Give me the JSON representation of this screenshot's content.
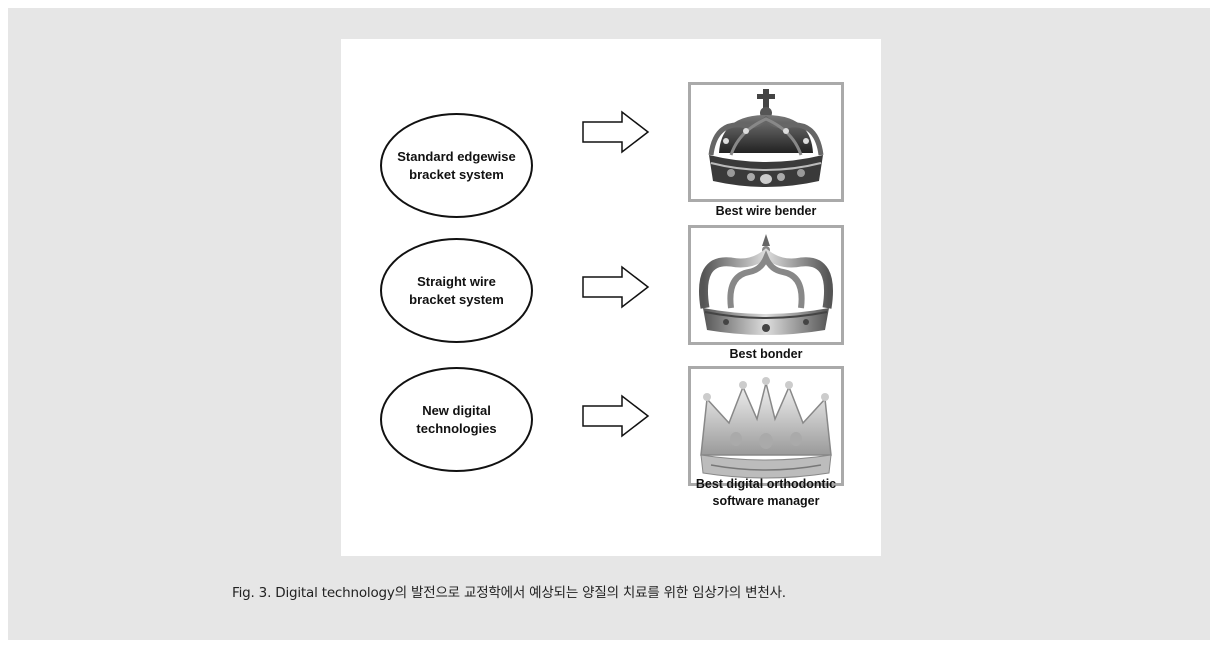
{
  "rows": [
    {
      "stage": "Standard edgewise\nbracket system",
      "crown_label": "Best wire bender",
      "crown_icon": "ornate-jeweled-crown-icon"
    },
    {
      "stage": "Straight wire\nbracket system",
      "crown_label": "Best bonder",
      "crown_icon": "arched-crown-icon"
    },
    {
      "stage": "New digital\ntechnologies",
      "crown_label": "Best digital orthodontic\nsoftware manager",
      "crown_icon": "silver-pointed-crown-icon"
    }
  ],
  "caption": "Fig. 3. Digital technology의 발전으로 교정학에서 예상되는 양질의 치료를 위한 임상가의 변천사.",
  "colors": {
    "background": "#e6e6e6",
    "panel": "#ffffff",
    "frame_border": "#aaaaaa",
    "line": "#111111"
  }
}
